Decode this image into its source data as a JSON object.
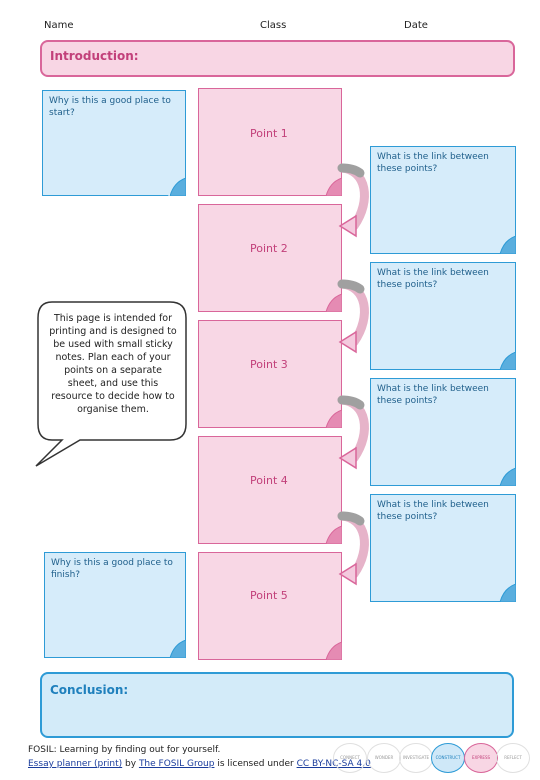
{
  "header": {
    "name_label": "Name",
    "class_label": "Class",
    "date_label": "Date"
  },
  "introduction": {
    "label": "Introduction:"
  },
  "conclusion": {
    "label": "Conclusion:"
  },
  "start_note": {
    "text": "Why is this a good place to start?"
  },
  "finish_note": {
    "text": "Why is this a good place to finish?"
  },
  "points": [
    {
      "label": "Point 1"
    },
    {
      "label": "Point 2"
    },
    {
      "label": "Point 3"
    },
    {
      "label": "Point 4"
    },
    {
      "label": "Point 5"
    }
  ],
  "links": [
    {
      "text": "What is the link between these points?"
    },
    {
      "text": "What is the link between these points?"
    },
    {
      "text": "What is the link between these points?"
    },
    {
      "text": "What is the link between these points?"
    }
  ],
  "speech_bubble": {
    "text": "This page is intended for printing and is designed to be used with small sticky notes. Plan each of your points on a separate sheet, and use this resource to decide how to organise them."
  },
  "footer": {
    "line1": "FOSIL: Learning by finding out for yourself.",
    "link_title": "Essay planner (print)",
    "by": " by ",
    "link_org": "The FOSIL Group",
    "licensed": " is licensed under ",
    "link_license": "CC BY-NC-SA 4.0"
  },
  "stages": [
    "CONNECT",
    "WONDER",
    "INVESTIGATE",
    "CONSTRUCT",
    "EXPRESS",
    "REFLECT"
  ],
  "colors": {
    "pink": "#d9669a",
    "pink_fill": "#f8d6e4",
    "blue": "#2e9bd6",
    "blue_fill": "#d3ebf9"
  }
}
